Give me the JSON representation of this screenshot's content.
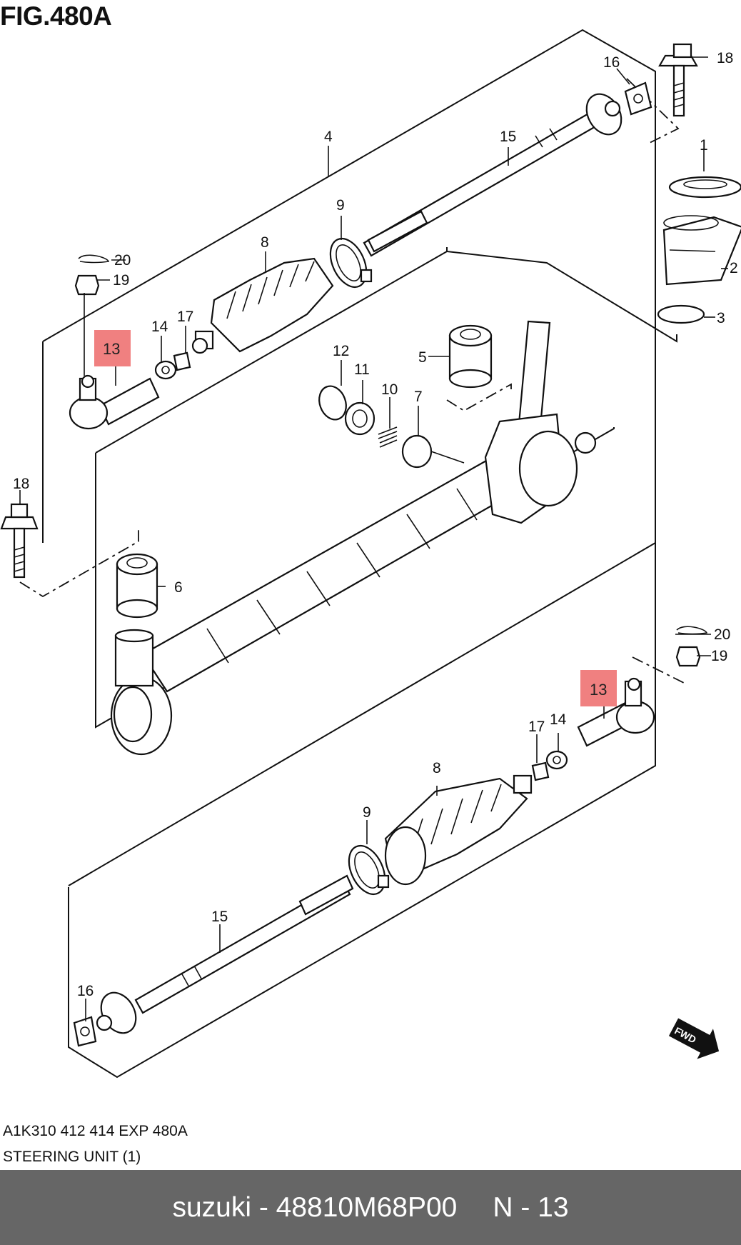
{
  "figure": {
    "title": "FIG.480A",
    "caption_code": "A1K310 412 414 EXP 480A",
    "caption_name": "STEERING UNIT (1)"
  },
  "callouts": {
    "c1": "1",
    "c2": "2",
    "c3": "3",
    "c4": "4",
    "c5": "5",
    "c6": "6",
    "c7": "7",
    "c8_top": "8",
    "c8_bot": "8",
    "c9_top": "9",
    "c9_bot": "9",
    "c10": "10",
    "c11": "11",
    "c12": "12",
    "c14_top": "14",
    "c14_bot": "14",
    "c15_top": "15",
    "c15_bot": "15",
    "c16_top": "16",
    "c16_bot": "16",
    "c17_top": "17",
    "c17_bot": "17",
    "c18_top": "18",
    "c18_left": "18",
    "c19_top": "19",
    "c19_bot": "19",
    "c20_top": "20",
    "c20_bot": "20"
  },
  "highlights": {
    "h13_top": "13",
    "h13_bot": "13",
    "color": "#f08080"
  },
  "fwd_label": "FWD",
  "footer": {
    "brand_part": "suzuki - 48810M68P00",
    "ref": "N - 13"
  }
}
